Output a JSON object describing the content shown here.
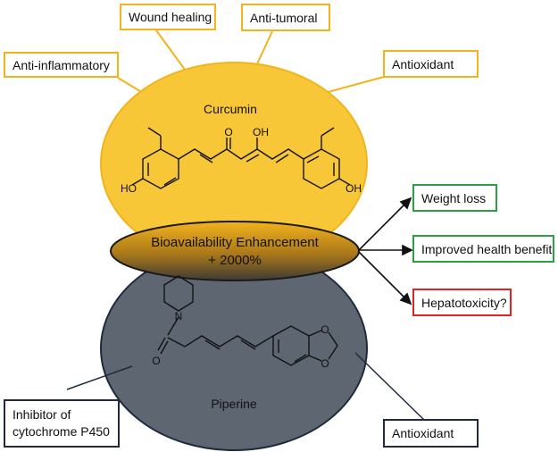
{
  "benefits": {
    "wound_healing": "Wound healing",
    "anti_tumoral": "Anti-tumoral",
    "anti_inflammatory": "Anti-inflammatory",
    "antioxidant_top": "Antioxidant",
    "inhibitor": "Inhibitor of cytochrome P450",
    "antioxidant_bottom": "Antioxidant"
  },
  "curcumin": {
    "name": "Curcumin",
    "o_label": "O",
    "oh_label": "OH",
    "ho_left": "HO",
    "oh_right": "OH"
  },
  "piperine": {
    "name": "Piperine",
    "n_label": "N",
    "o_label": "O"
  },
  "center": {
    "line1": "Bioavailability Enhancement",
    "line2": "+ 2000%"
  },
  "outcomes": {
    "weight_loss": "Weight loss",
    "health": "Improved health benefit",
    "hepato": "Hepatotoxicity?"
  },
  "colors": {
    "curcumin_yellow": "#f7c738",
    "piperine_gray": "#5e6672",
    "outline_yellow": "#f2b41c",
    "outline_dark": "#1f2a3d",
    "green": "#2ea043",
    "red": "#e02424"
  }
}
